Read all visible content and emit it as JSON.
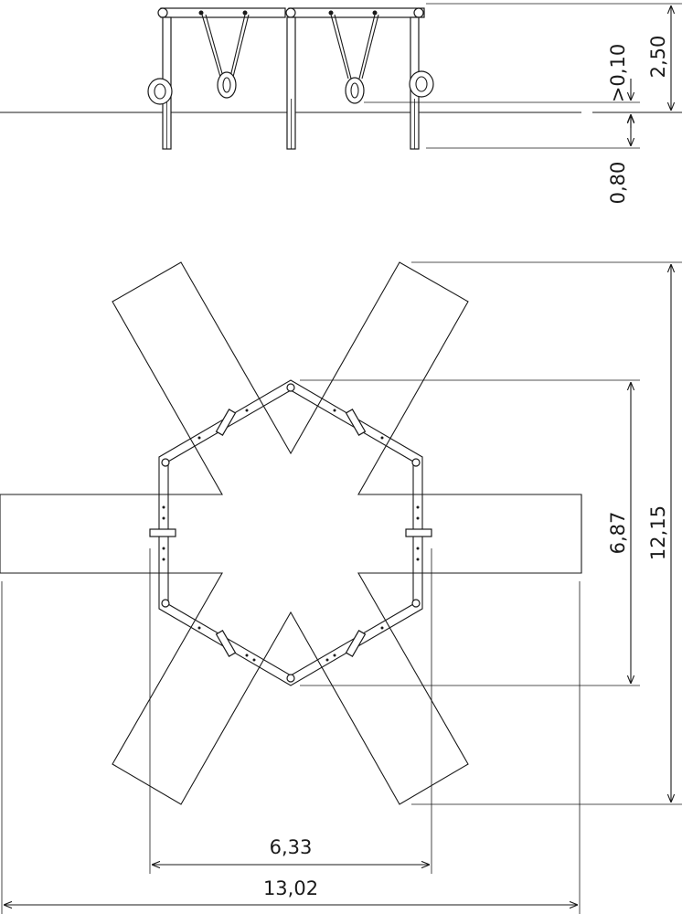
{
  "elevation": {
    "dim_total_height": "2,50",
    "dim_ground_clearance": ">0,10",
    "dim_foundation_depth": "0,80"
  },
  "plan": {
    "dim_hexagon_height": "6,87",
    "dim_overall_height": "12,15",
    "dim_hexagon_width": "6,33",
    "dim_overall_width": "13,02"
  },
  "colors": {
    "line": "#1a1a1a",
    "background": "#ffffff"
  }
}
